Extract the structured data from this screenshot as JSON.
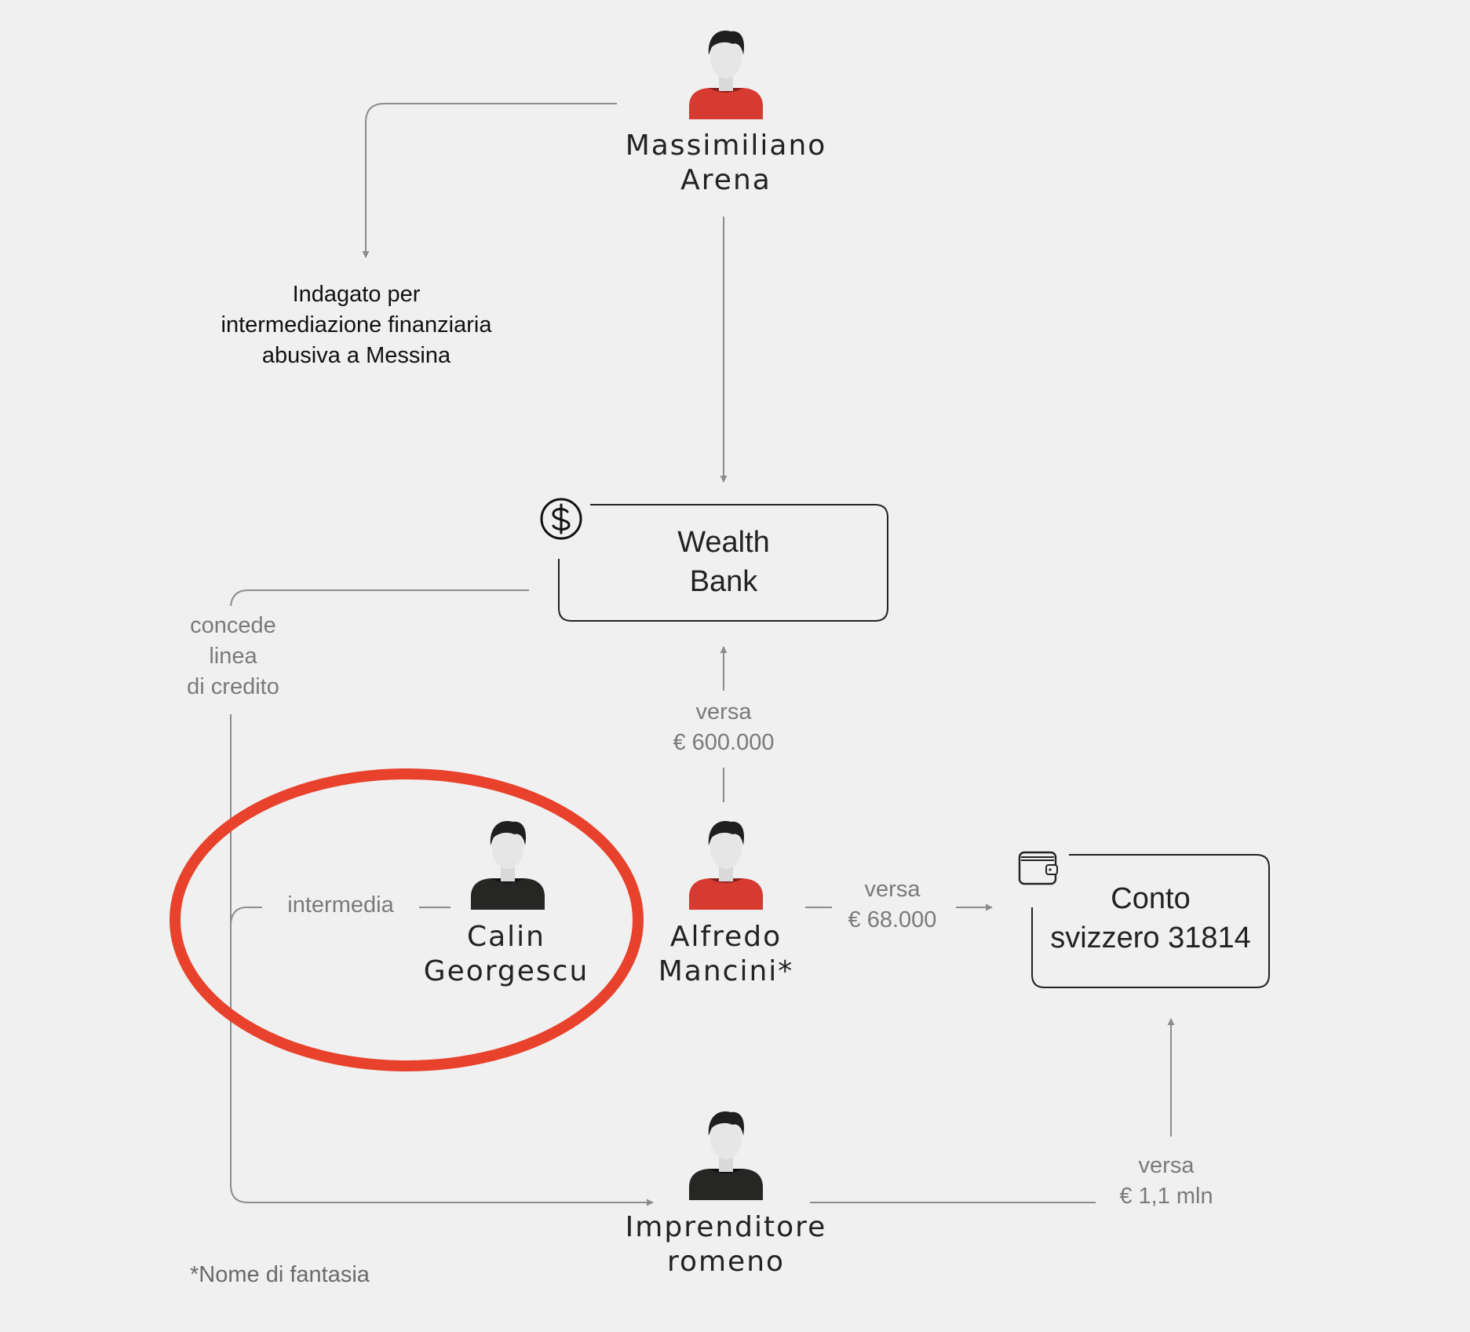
{
  "colors": {
    "background": "#f0f0f0",
    "accent_red": "#d63a31",
    "highlight_ring": "#e8412c",
    "shirt_dark": "#262624",
    "line_gray": "#8c8c8c"
  },
  "people": {
    "massimiliano": {
      "name": "Massimiliano\nArena",
      "shirt": "red"
    },
    "calin": {
      "name": "Calin\nGeorgescu",
      "shirt": "dark"
    },
    "alfredo": {
      "name": "Alfredo\nMancini*",
      "shirt": "red"
    },
    "imprenditore": {
      "name": "Imprenditore\nromeno",
      "shirt": "dark"
    }
  },
  "entities": {
    "wealth_bank": {
      "name": "Wealth\nBank",
      "icon": "dollar-coin-icon"
    },
    "conto": {
      "name": "Conto\nsvizzero 31814",
      "icon": "wallet-icon"
    }
  },
  "note": "Indagato per\nintermediazione finanziaria\nabusiva a Messina",
  "edges": {
    "credit_line": "concede\nlinea\ndi credito",
    "intermedia": "intermedia",
    "versa_600k": "versa\n€ 600.000",
    "versa_68k": "versa\n€ 68.000",
    "versa_1_1mln": "versa\n€ 1,1 mln"
  },
  "footnote": "*Nome di fantasia"
}
